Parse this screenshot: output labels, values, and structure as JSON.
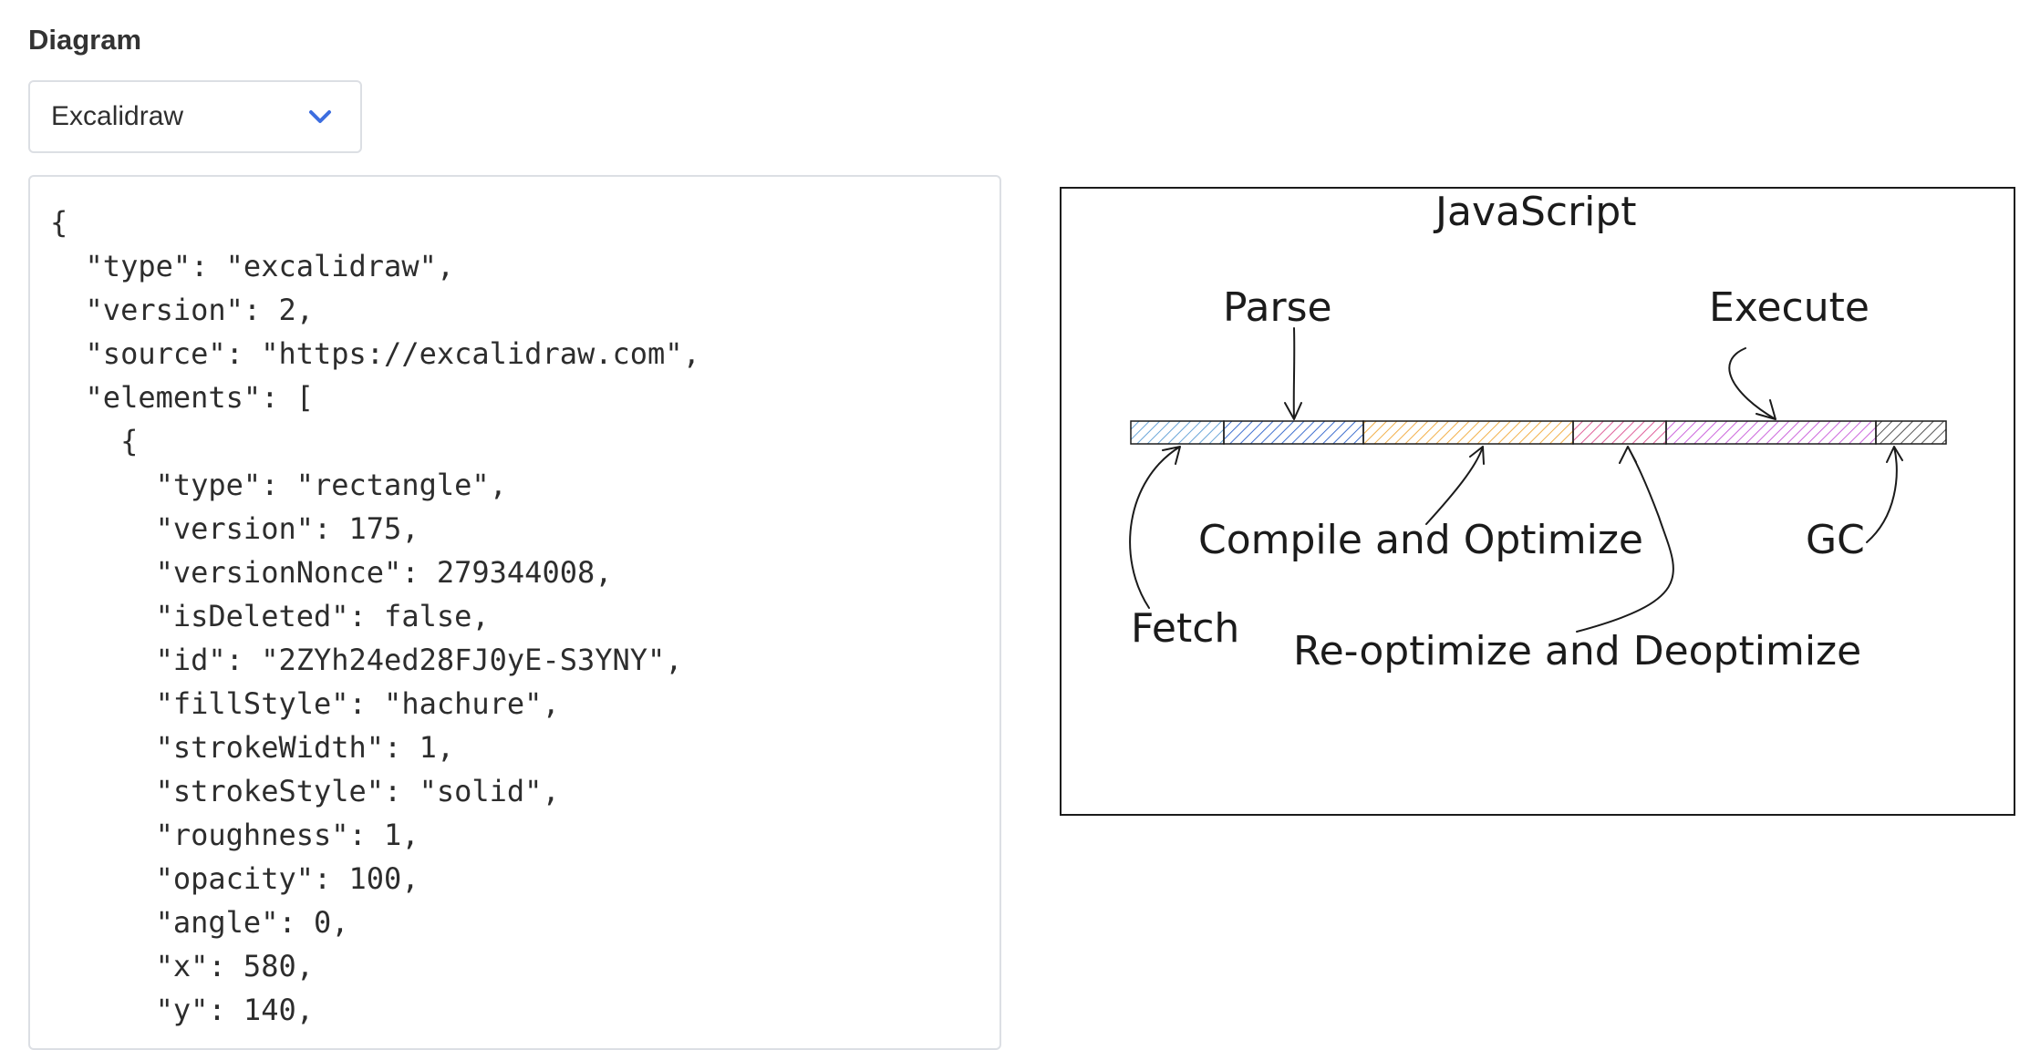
{
  "section": {
    "label": "Diagram"
  },
  "diagram_type_select": {
    "value": "Excalidraw",
    "icon": "chevron-down-icon",
    "accent": "#3d6ee0"
  },
  "source_editor": {
    "content": "{\n  \"type\": \"excalidraw\",\n  \"version\": 2,\n  \"source\": \"https://excalidraw.com\",\n  \"elements\": [\n    {\n      \"type\": \"rectangle\",\n      \"version\": 175,\n      \"versionNonce\": 279344008,\n      \"isDeleted\": false,\n      \"id\": \"2ZYh24ed28FJ0yE-S3YNY\",\n      \"fillStyle\": \"hachure\",\n      \"strokeWidth\": 1,\n      \"strokeStyle\": \"solid\",\n      \"roughness\": 1,\n      \"opacity\": 100,\n      \"angle\": 0,\n      \"x\": 580,\n      \"y\": 140,"
  },
  "preview": {
    "title": "JavaScript",
    "labels": {
      "parse": "Parse",
      "execute": "Execute",
      "compile": "Compile and Optimize",
      "gc": "GC",
      "fetch": "Fetch",
      "reoptimize": "Re-optimize and Deoptimize"
    },
    "segment_colors": {
      "fetch": "#6aa6d8",
      "parse": "#3f6fcf",
      "compile": "#f2b04a",
      "reoptimize": "#e0609a",
      "execute": "#cc66dd",
      "gc": "#555555"
    }
  }
}
